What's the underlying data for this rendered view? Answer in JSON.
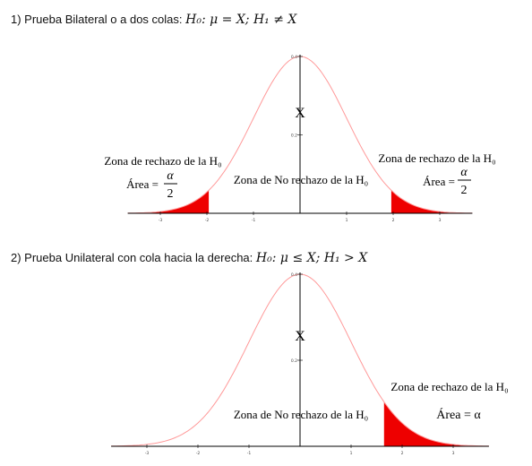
{
  "sections": [
    {
      "heading": "1) Prueba Bilateral o a dos colas:",
      "formula": "H₀: μ = X; H₁ ≠ X",
      "center_label": "X",
      "y_ticks": [
        "0.4",
        "0.2"
      ],
      "x_ticks": [
        "-3",
        "-2",
        "-1",
        "1",
        "2",
        "3"
      ],
      "left_zone": {
        "title": "Zona de rechazo de la H₀",
        "area_label": "Área =",
        "fraction_num": "α",
        "fraction_den": "2"
      },
      "middle_zone": {
        "title": "Zona de No rechazo de la H₀"
      },
      "right_zone": {
        "title": "Zona de rechazo de la H₀",
        "area_label": "Área =",
        "fraction_num": "α",
        "fraction_den": "2"
      }
    },
    {
      "heading": "2) Prueba Unilateral con cola hacia la derecha:",
      "formula": "H₀: μ ≤ X; H₁ > X",
      "center_label": "X",
      "y_ticks": [
        "0.4",
        "0.2"
      ],
      "x_ticks": [
        "-3",
        "-2",
        "-1",
        "1",
        "2",
        "3"
      ],
      "middle_zone": {
        "title": "Zona de No rechazo de la H₀"
      },
      "right_zone": {
        "title": "Zona de rechazo de la H₀",
        "area_label": "Área = α"
      }
    }
  ],
  "colors": {
    "curve": "#ff9999",
    "rejection_fill": "#ee0000",
    "axis": "#000000"
  },
  "curve": {
    "type": "normal",
    "critical_value_two_tailed": 1.96,
    "critical_value_one_tailed": 1.645
  }
}
